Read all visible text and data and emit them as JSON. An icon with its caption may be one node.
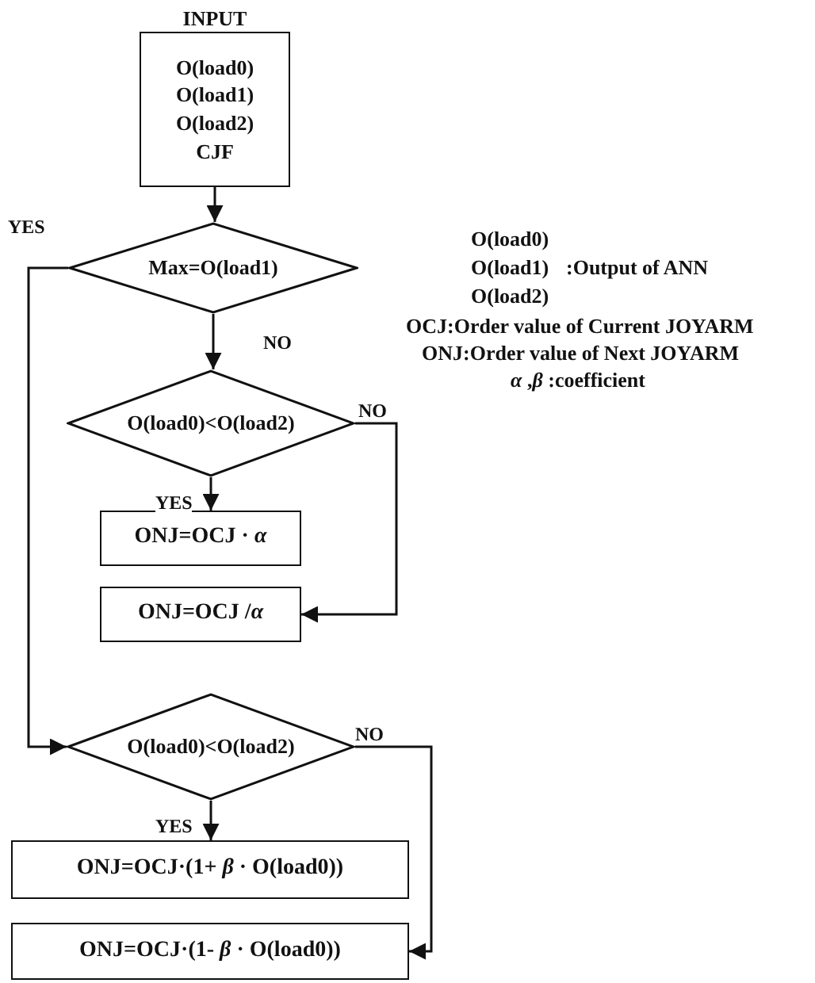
{
  "diagram": {
    "nodes": [
      {
        "text": [
          "INPUT",
          "O(load0)",
          "O(load1)",
          "O(load2)",
          "CJF"
        ]
      },
      {
        "text": [
          "Max=O(load1)"
        ]
      },
      {
        "text": [
          "O(load0)<O(load2)"
        ]
      },
      {
        "text": [
          "ONJ=OCJ · *α*"
        ]
      },
      {
        "text": [
          "ONJ=OCJ /*α*"
        ]
      },
      {
        "text": [
          "O(load0)<O(load2)"
        ]
      },
      {
        "text": [
          "ONJ=OCJ·(1+ *β* · O(load0))"
        ]
      },
      {
        "text": [
          "ONJ=OCJ·(1- *β* · O(load0))"
        ]
      }
    ],
    "edges": [
      {
        "from": 0,
        "to": 1,
        "arrow": "to"
      },
      {
        "from": 1,
        "to": 2,
        "arrow": "to",
        "label": "NO"
      },
      {
        "from": 1,
        "to": 5,
        "arrow": "to",
        "label": "YES"
      },
      {
        "from": 2,
        "to": 3,
        "arrow": "to",
        "label": "YES"
      },
      {
        "from": 2,
        "to": 4,
        "arrow": "to",
        "label": "NO"
      },
      {
        "from": 5,
        "to": 6,
        "arrow": "to",
        "label": "YES"
      },
      {
        "from": 5,
        "to": 7,
        "arrow": "to",
        "label": "NO"
      }
    ],
    "labels": [
      "O(load0)",
      "O(load1)",
      "O(load2)",
      ":Output of ANN",
      "OCJ:Order value of Current JOYARM",
      "ONJ:Order value of Next JOYARM",
      "*α* ,*β* :coefficient"
    ]
  }
}
